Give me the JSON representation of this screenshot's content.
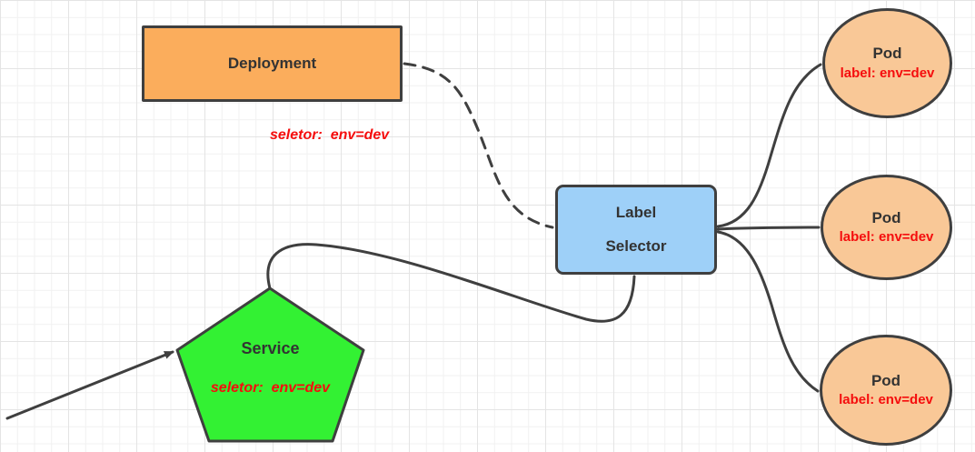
{
  "colors": {
    "canvas-bg": "#FFFFFF",
    "grid-minor": "#F1F1F1",
    "grid-major": "#E4E4E4",
    "stroke": "#3F3F3F",
    "deployment-fill": "#FBAD5C",
    "service-fill": "#33F133",
    "selector-fill": "#9ED0F8",
    "pod-fill": "#F9C897",
    "accent-red": "#F50D0D",
    "text-dark": "#333333"
  },
  "nodes": {
    "deployment": {
      "label": "Deployment",
      "selector_text": "seletor:  env=dev"
    },
    "service": {
      "label": "Service",
      "selector_text": "seletor:  env=dev"
    },
    "label_selector": {
      "line1": "Label",
      "line2": "Selector"
    },
    "pods": [
      {
        "title": "Pod",
        "label": "label: env=dev"
      },
      {
        "title": "Pod",
        "label": "label: env=dev"
      },
      {
        "title": "Pod",
        "label": "label: env=dev"
      }
    ]
  },
  "edges": [
    {
      "from": "deployment",
      "to": "label-selector",
      "style": "dashed-curve"
    },
    {
      "from": "service",
      "to": "label-selector",
      "style": "solid-curve"
    },
    {
      "from": "label-selector",
      "to": "pod-1",
      "style": "solid-curve"
    },
    {
      "from": "label-selector",
      "to": "pod-2",
      "style": "solid-line"
    },
    {
      "from": "label-selector",
      "to": "pod-3",
      "style": "solid-curve"
    },
    {
      "from": "outside-bottom-left",
      "to": "service",
      "style": "solid-arrow"
    }
  ]
}
